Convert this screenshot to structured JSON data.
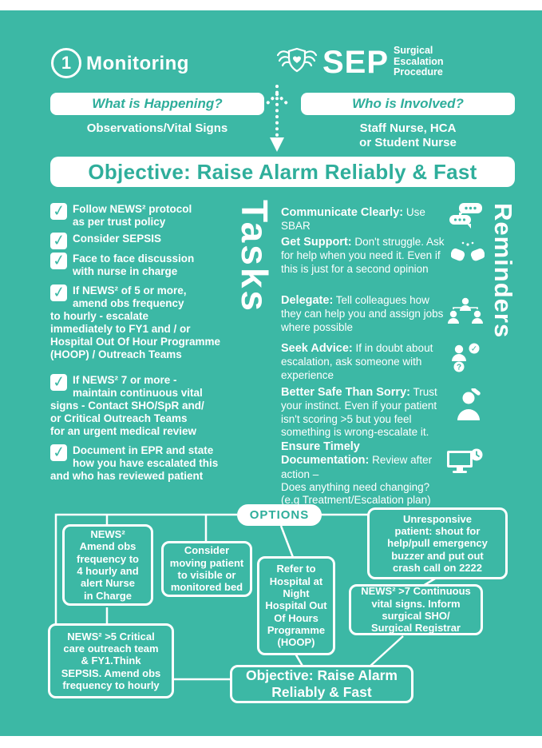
{
  "theme": {
    "teal": "#3cb8a5",
    "white": "#ffffff",
    "accent_text": "#2fae9b"
  },
  "header": {
    "step_number": "1",
    "step_title": "Monitoring",
    "logo_acronym": "SEP",
    "logo_subtitle": "Surgical\nEscalation\nProcedure"
  },
  "flow_header": {
    "left_pill": "What is Happening?",
    "left_sub": "Observations/Vital Signs",
    "right_pill": "Who is Involved?",
    "right_sub": "Staff Nurse, HCA\nor Student Nurse"
  },
  "objective_banner": "Objective: Raise Alarm Reliably & Fast",
  "tasks": {
    "label": "Tasks",
    "items": [
      {
        "text": "Follow NEWS² protocol\nas per trust policy"
      },
      {
        "text": "Consider SEPSIS"
      },
      {
        "text": "Face to face discussion\nwith nurse in charge"
      },
      {
        "text": "If NEWS² of 5 or more,\namend obs frequency\nto hourly - escalate\nimmediately to FY1 and / or\nHospital Out Of Hour Programme\n(HOOP) / Outreach Teams"
      },
      {
        "text": "If NEWS² 7 or more -\nmaintain continuous vital\nsigns - Contact SHO/SpR and/\nor Critical Outreach Teams\nfor an urgent medical review"
      },
      {
        "text": "Document in EPR and state\nhow you have escalated this\nand who has reviewed patient"
      }
    ]
  },
  "reminders": {
    "label": "Reminders",
    "items": [
      {
        "title": "Communicate Clearly:",
        "body": "Use SBAR",
        "icon": "chat-bubbles-icon"
      },
      {
        "title": "Get Support:",
        "body": "Don't struggle. Ask for help when you need it. Even if this is just for a second opinion",
        "icon": "fist-bump-icon"
      },
      {
        "title": "Delegate:",
        "body": "Tell colleagues how they can help you and assign jobs where possible",
        "icon": "team-hierarchy-icon"
      },
      {
        "title": "Seek Advice:",
        "body": "If in doubt about escalation, ask someone with experience",
        "icon": "advice-question-check-icon"
      },
      {
        "title": "Better Safe Than Sorry:",
        "body": "Trust your instinct. Even if your patient isn't scoring >5 but you feel something is wrong-escalate it.",
        "icon": "alarmed-person-icon"
      },
      {
        "title": "Ensure Timely Documentation:",
        "body": "Review after action –\nDoes anything need changing?\n(e.g Treatment/Escalation plan)",
        "icon": "monitor-clock-icon"
      }
    ]
  },
  "options_flow": {
    "label": "OPTIONS",
    "boxes": [
      {
        "id": "news2-4hourly",
        "text": "NEWS²\nAmend obs\nfrequency to\n4 hourly and\nalert Nurse\nin Charge"
      },
      {
        "id": "move-patient",
        "text": "Consider\nmoving patient\nto visible or\nmonitored bed"
      },
      {
        "id": "refer-hoop",
        "text": "Refer to\nHospital at\nNight\nHospital Out\nOf Hours\nProgramme\n(HOOP)"
      },
      {
        "id": "unresponsive-2222",
        "text": "Unresponsive\npatient: shout for\nhelp/pull emergency\nbuzzer and put out\ncrash call on 2222"
      },
      {
        "id": "news2-over7",
        "text": "NEWS² >7 Continuous\nvital signs. Inform\nsurgical SHO/\nSurgical Registrar"
      },
      {
        "id": "news2-over5",
        "text": "NEWS² >5 Critical\ncare outreach team\n& FY1.Think\nSEPSIS. Amend obs\nfrequency to hourly"
      }
    ],
    "footer": "Objective: Raise Alarm\nReliably & Fast"
  }
}
